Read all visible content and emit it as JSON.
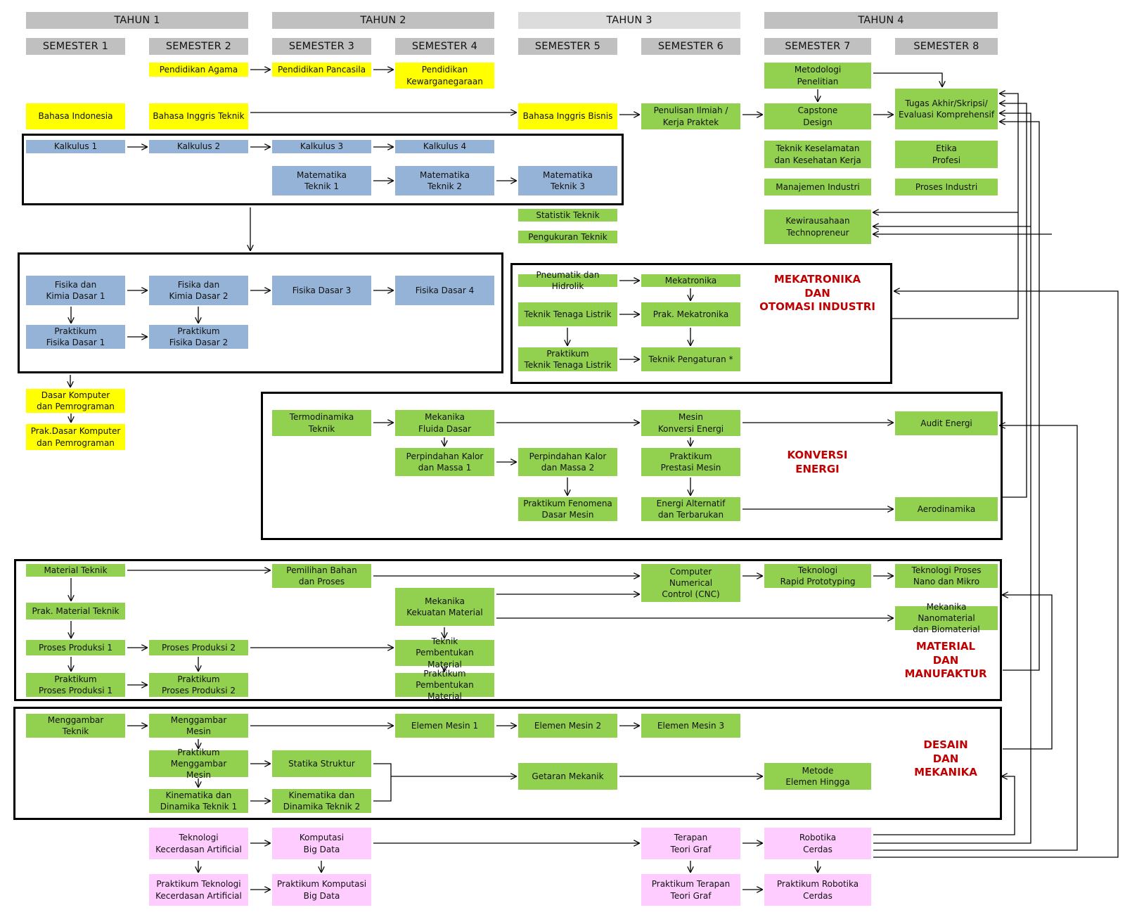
{
  "headers": {
    "years": [
      "TAHUN 1",
      "TAHUN 2",
      "TAHUN 3",
      "TAHUN 4"
    ],
    "semesters": [
      "SEMESTER 1",
      "SEMESTER 2",
      "SEMESTER 3",
      "SEMESTER 4",
      "SEMESTER 5",
      "SEMESTER 6",
      "SEMESTER 7",
      "SEMESTER 8"
    ]
  },
  "colors": {
    "general": "#ffff00",
    "math_science": "#95b3d7",
    "mechanical": "#92d050",
    "intelligent": "#ffccff",
    "header": "#c0c0c0",
    "group_label": "#c00000"
  },
  "groups": {
    "g_mekatronika": "MEKATRONIKA\nDAN\nOTOMASI INDUSTRI",
    "g_konversi": "KONVERSI\nENERGI",
    "g_material": "MATERIAL\nDAN\nMANUFAKTUR",
    "g_desain": "DESAIN\nDAN\nMEKANIKA"
  },
  "courses": {
    "agama": "Pendidikan Agama",
    "pancasila": "Pendidikan Pancasila",
    "kewarganegaraan": "Pendidikan\nKewarganegaraan",
    "metodologi": "Metodologi\nPenelitian",
    "bindo": "Bahasa Indonesia",
    "binggris_teknik": "Bahasa Inggris Teknik",
    "binggris_bisnis": "Bahasa Inggris Bisnis",
    "penulisan": "Penulisan Ilmiah /\nKerja Praktek",
    "capstone": "Capstone\nDesign",
    "tugas_akhir": "Tugas Akhir/Skripsi/\nEvaluasi Komprehensif",
    "k3": "Teknik Keselamatan\ndan Kesehatan Kerja",
    "etika": "Etika\nProfesi",
    "manajemen": "Manajemen Industri",
    "proses_industri": "Proses Industri",
    "kewirausahaan": "Kewirausahaan\nTechnopreneur",
    "kalkulus1": "Kalkulus 1",
    "kalkulus2": "Kalkulus 2",
    "kalkulus3": "Kalkulus 3",
    "kalkulus4": "Kalkulus 4",
    "mt1": "Matematika\nTeknik 1",
    "mt2": "Matematika\nTeknik 2",
    "mt3": "Matematika\nTeknik 3",
    "statistik": "Statistik Teknik",
    "pengukuran": "Pengukuran Teknik",
    "fkd1": "Fisika dan\nKimia Dasar 1",
    "fkd2": "Fisika dan\nKimia Dasar 2",
    "fd3": "Fisika Dasar 3",
    "fd4": "Fisika Dasar 4",
    "pfd1": "Praktikum\nFisika Dasar 1",
    "pfd2": "Praktikum\nFisika Dasar 2",
    "dasar_komputer": "Dasar Komputer\ndan Pemrograman",
    "prak_komputer": "Prak.Dasar Komputer\ndan Pemrograman",
    "pneumatik": "Pneumatik dan Hidrolik",
    "mekatronika": "Mekatronika",
    "ttl": "Teknik Tenaga Listrik",
    "prak_mekatronika": "Prak.  Mekatronika",
    "prak_ttl": "Praktikum\nTeknik Tenaga Listrik",
    "pengaturan": "Teknik Pengaturan *",
    "termodinamika": "Termodinamika\nTeknik",
    "mekflu": "Mekanika\nFluida Dasar",
    "mesin_konversi": "Mesin\nKonversi Energi",
    "audit": "Audit Energi",
    "pkm1": "Perpindahan Kalor\ndan Massa 1",
    "pkm2": "Perpindahan Kalor\ndan Massa 2",
    "prak_prestasi": "Praktikum\nPrestasi Mesin",
    "prak_fenomena": "Praktikum Fenomena\nDasar Mesin",
    "energi_alt": "Energi Alternatif\ndan Terbarukan",
    "aerodinamika": "Aerodinamika",
    "material_teknik": "Material Teknik",
    "pemilihan": "Pemilihan Bahan\ndan Proses",
    "cnc": "Computer\nNumerical\nControl (CNC)",
    "rapid": "Teknologi\nRapid Prototyping",
    "nano": "Teknologi Proses\nNano dan Mikro",
    "prak_material": "Prak. Material Teknik",
    "mekkek": "Mekanika\nKekuatan Material",
    "nanomaterial": "Mekanika Nanomaterial\ndan Biomaterial",
    "pp1": "Proses Produksi 1",
    "pp2": "Proses Produksi 2",
    "pembentukan": "Teknik\nPembentukan Material",
    "prak_pp1": "Praktikum\nProses Produksi 1",
    "prak_pp2": "Praktikum\nProses Produksi 2",
    "prak_pembentukan": "Praktikum\nPembentukan Material",
    "menggambar_teknik": "Menggambar\nTeknik",
    "menggambar_mesin": "Menggambar\nMesin",
    "elemen1": "Elemen Mesin 1",
    "elemen2": "Elemen Mesin 2",
    "elemen3": "Elemen Mesin 3",
    "prak_menggambar": "Praktikum Menggambar\nMesin",
    "statika": "Statika Struktur",
    "getaran": "Getaran Mekanik",
    "fem": "Metode\nElemen Hingga",
    "kindin1": "Kinematika dan\nDinamika Teknik 1",
    "kindin2": "Kinematika dan\nDinamika Teknik 2",
    "tka": "Teknologi\nKecerdasan Artificial",
    "bigdata": "Komputasi\nBig Data",
    "teori_graf": "Terapan\nTeori Graf",
    "robotika": "Robotika\nCerdas",
    "prak_tka": "Praktikum Teknologi\nKecerdasan Artificial",
    "prak_bigdata": "Praktikum Komputasi\nBig Data",
    "prak_graf": "Praktikum Terapan\nTeori Graf",
    "prak_robotika": "Praktikum Robotika\nCerdas"
  }
}
